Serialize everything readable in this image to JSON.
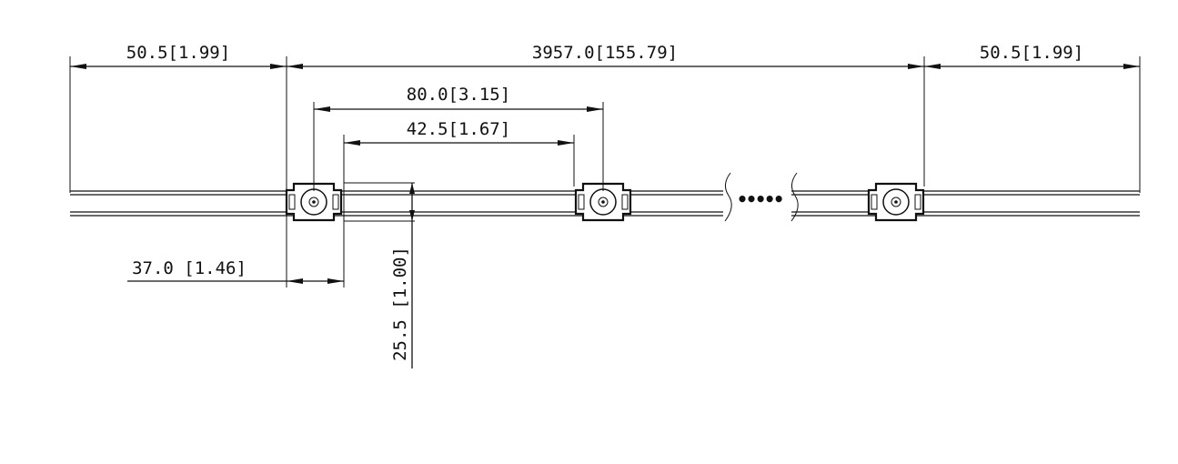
{
  "dimensions": {
    "left_end": "50.5[1.99]",
    "total_length": "3957.0[155.79]",
    "right_end": "50.5[1.99]",
    "module_pitch": "80.0[3.15]",
    "module_gap": "42.5[1.67]",
    "module_width": "37.0 [1.46]",
    "module_height": "25.5 [1.00]"
  },
  "continuation": "•••••",
  "colors": {
    "line": "#111111",
    "background": "#ffffff"
  }
}
